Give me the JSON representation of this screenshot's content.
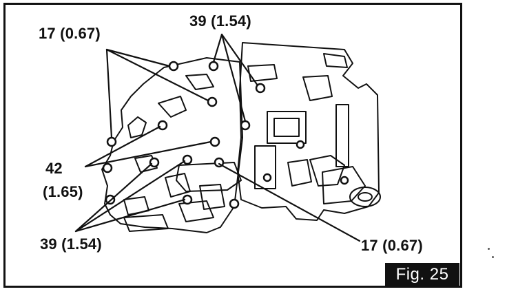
{
  "callouts": {
    "top_left": "17 (0.67)",
    "top_center": "39 (1.54)",
    "middle_left_value": "42",
    "middle_left_sub": "(1.65)",
    "bottom_left": "39 (1.54)",
    "bottom_right": "17 (0.67)"
  },
  "figure_label": "Fig. 25",
  "colors": {
    "ink": "#111111",
    "paper": "#ffffff",
    "badge_bg": "#111111",
    "badge_text": "#ffffff"
  }
}
